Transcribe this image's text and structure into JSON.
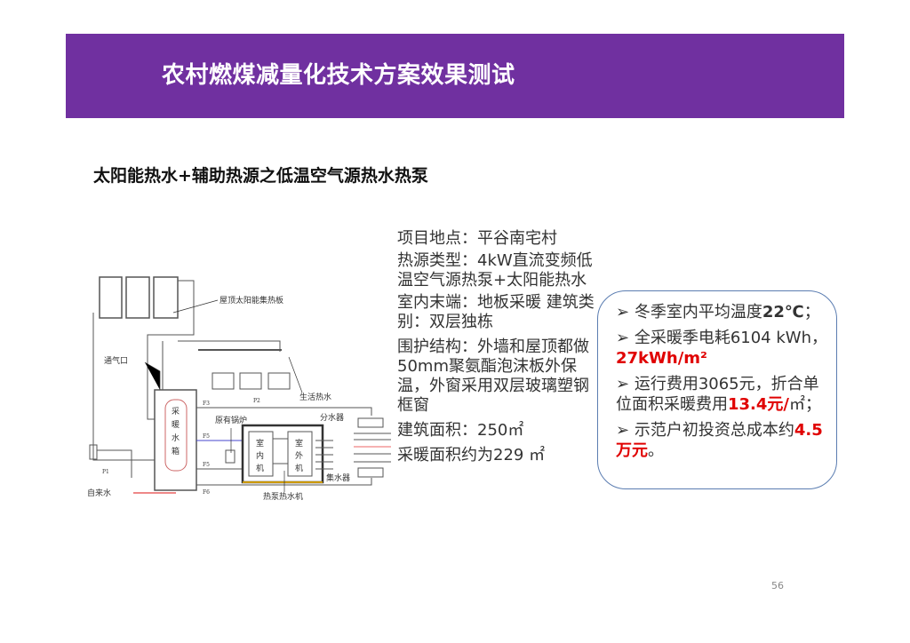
{
  "header": {
    "title": "农村燃煤减量化技术方案效果测试",
    "color": "#7030A0"
  },
  "subtitle": "太阳能热水+辅助热源之低温空气源热水热泵",
  "diagram": {
    "labels": {
      "solar_panel": "屋顶太阳能集热板",
      "vent": "通气口",
      "hot_water": "生活热水",
      "tank": [
        "采",
        "暖",
        "水",
        "箱"
      ],
      "boiler": "原有锅炉",
      "distributor": "分水器",
      "indoor_unit": [
        "室",
        "内",
        "机"
      ],
      "outdoor_unit": [
        "室",
        "外",
        "机"
      ],
      "collector": "集水器",
      "heat_pump": "热泵热水机",
      "tap_water": "自来水",
      "p1": "P1",
      "p2": "P2",
      "f3": "F3",
      "f5": "F5",
      "f5b": "F5",
      "f6": "F6"
    }
  },
  "info": {
    "items": [
      "项目地点：平谷南宅村",
      "热源类型：4kW直流变频低温空气源热泵+太阳能热水",
      "室内末端：地板采暖 建筑类别：双层独栋",
      "围护结构：外墙和屋顶都做50mm聚氨酯泡沫板外保温，外窗采用双层玻璃塑钢框窗",
      "建筑面积：250㎡",
      "采暖面积约为229 ㎡"
    ]
  },
  "results": {
    "border_color": "#5B7DB1",
    "highlight_color": "#E00000",
    "bullet": "➢",
    "items": [
      {
        "text": "冬季室内平均温度",
        "bold": "22℃",
        "after": "；"
      },
      {
        "text": "全采暖季电耗6104 kWh，",
        "highlight": "27kWh/m²"
      },
      {
        "text": "运行费用3065元，折合单位面积采暖费用",
        "highlight": "13.4元/",
        "after": "㎡；"
      },
      {
        "text": "示范户初投资总成本约",
        "highlight": "4.5万元",
        "after": "。"
      }
    ]
  },
  "page_number": "56"
}
